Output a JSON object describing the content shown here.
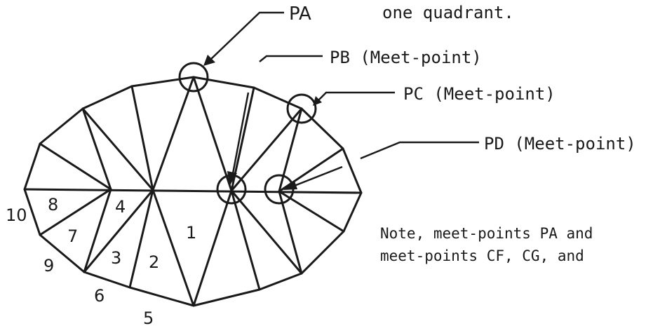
{
  "labels": {
    "pa": "PA",
    "pb": "PB (Meet-point)",
    "pc": "PC (Meet-point)",
    "pd": "PD (Meet-point)",
    "top_note": "one quadrant.",
    "note_line1": "Note, meet-points PA and",
    "note_line2": "meet-points CF, CG, and"
  },
  "region_numbers": {
    "n1": "1",
    "n2": "2",
    "n3": "3",
    "n4": "4",
    "n5": "5",
    "n6": "6",
    "n7": "7",
    "n8": "8",
    "n9": "9",
    "n10": "10"
  },
  "colors": {
    "ink": "#1a1a1a",
    "paper": "#ffffff"
  }
}
